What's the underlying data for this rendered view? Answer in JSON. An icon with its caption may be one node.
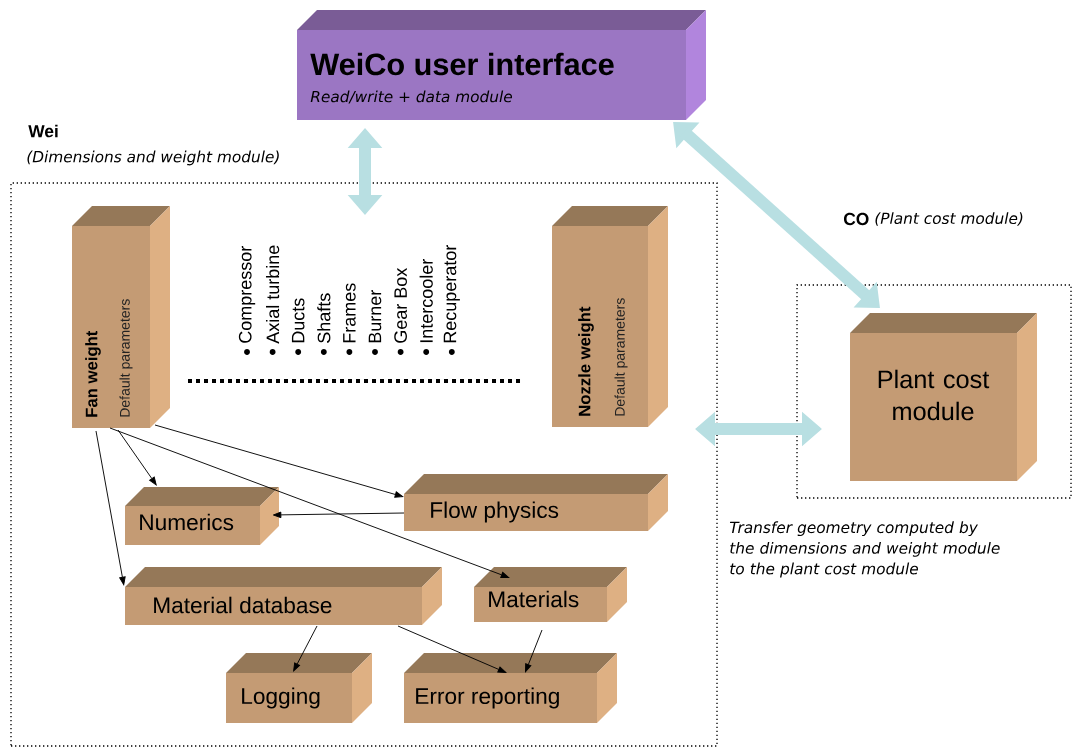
{
  "diagram": {
    "nodes": [
      {
        "text": [
          "WeiCo user interface",
          "Read/write + data module"
        ]
      },
      {
        "text": [
          "Wei",
          "(Dimensions and weight module)"
        ]
      },
      {
        "text": [
          "Fan weight",
          "Default parameters"
        ],
        "in": 1
      },
      {
        "text": [
          "Nozzle weight",
          "Default parameters"
        ],
        "in": 1
      },
      {
        "text": [
          "Flow physics"
        ],
        "in": 1
      },
      {
        "text": [
          "Numerics"
        ],
        "in": 1
      },
      {
        "text": [
          "Material database"
        ],
        "in": 1
      },
      {
        "text": [
          "Materials"
        ],
        "in": 1
      },
      {
        "text": [
          "Logging"
        ],
        "in": 1
      },
      {
        "text": [
          "Error reporting"
        ],
        "in": 1
      },
      {
        "text": [
          "CO",
          "(Plant cost module)"
        ]
      },
      {
        "text": [
          "Plant cost module"
        ],
        "in": 10
      }
    ],
    "edges": [
      {
        "from": 0,
        "to": 1,
        "arrow": "both",
        "style": "thick",
        "color": "#b8dfe2"
      },
      {
        "from": 0,
        "to": 11,
        "arrow": "both",
        "style": "thick",
        "color": "#b8dfe2"
      },
      {
        "from": 1,
        "to": 11,
        "arrow": "both",
        "style": "thick",
        "color": "#b8dfe2"
      },
      {
        "from": 2,
        "to": 5,
        "arrow": "to"
      },
      {
        "from": 2,
        "to": 4,
        "arrow": "to"
      },
      {
        "from": 2,
        "to": 7,
        "arrow": "to"
      },
      {
        "from": 2,
        "to": 6,
        "arrow": "to"
      },
      {
        "from": 4,
        "to": 5,
        "arrow": "to"
      },
      {
        "from": 6,
        "to": 8,
        "arrow": "to"
      },
      {
        "from": 6,
        "to": 9,
        "arrow": "to"
      },
      {
        "from": 7,
        "to": 9,
        "arrow": "to"
      }
    ],
    "labels": [
      "Compressor",
      "Axial turbine",
      "Ducts",
      "Shafts",
      "Frames",
      "Burner",
      "Gear Box",
      "Intercooler",
      "Recuperator",
      "Transfer geometry computed by the dimensions and weight module to the plant cost module"
    ]
  }
}
